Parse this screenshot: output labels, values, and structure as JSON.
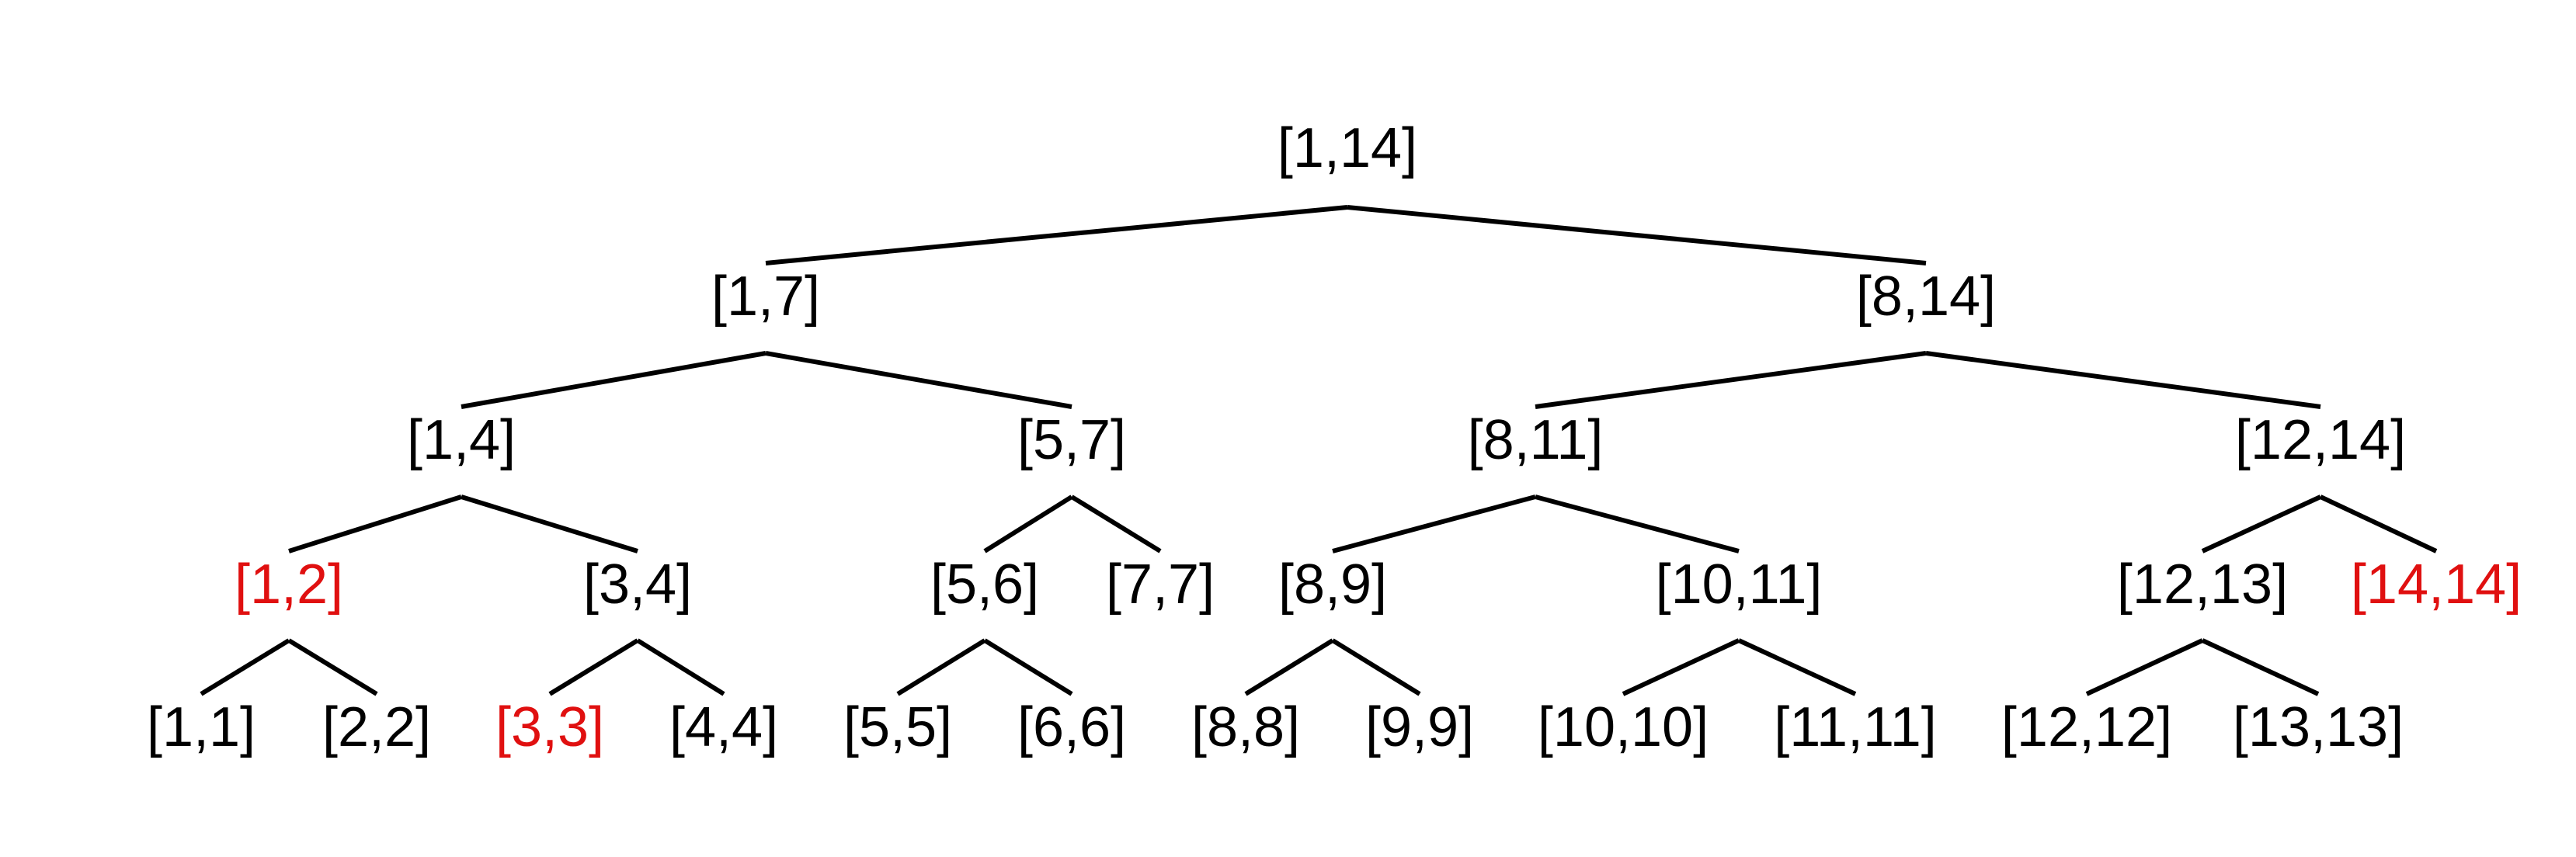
{
  "colors": {
    "default": "#000000",
    "highlight": "#e01010",
    "edge": "#000000"
  },
  "tree": {
    "root": "n_1_14",
    "nodes": [
      {
        "id": "n_1_14",
        "label": "[1,14]",
        "highlighted": false,
        "children": [
          "n_1_7",
          "n_8_14"
        ]
      },
      {
        "id": "n_1_7",
        "label": "[1,7]",
        "highlighted": false,
        "children": [
          "n_1_4",
          "n_5_7"
        ]
      },
      {
        "id": "n_8_14",
        "label": "[8,14]",
        "highlighted": false,
        "children": [
          "n_8_11",
          "n_12_14"
        ]
      },
      {
        "id": "n_1_4",
        "label": "[1,4]",
        "highlighted": false,
        "children": [
          "n_1_2",
          "n_3_4"
        ]
      },
      {
        "id": "n_5_7",
        "label": "[5,7]",
        "highlighted": false,
        "children": [
          "n_5_6",
          "n_7_7"
        ]
      },
      {
        "id": "n_8_11",
        "label": "[8,11]",
        "highlighted": false,
        "children": [
          "n_8_9",
          "n_10_11"
        ]
      },
      {
        "id": "n_12_14",
        "label": "[12,14]",
        "highlighted": false,
        "children": [
          "n_12_13",
          "n_14_14"
        ]
      },
      {
        "id": "n_1_2",
        "label": "[1,2]",
        "highlighted": true,
        "children": [
          "n_1_1",
          "n_2_2"
        ]
      },
      {
        "id": "n_3_4",
        "label": "[3,4]",
        "highlighted": false,
        "children": [
          "n_3_3",
          "n_4_4"
        ]
      },
      {
        "id": "n_5_6",
        "label": "[5,6]",
        "highlighted": false,
        "children": [
          "n_5_5",
          "n_6_6"
        ]
      },
      {
        "id": "n_7_7",
        "label": "[7,7]",
        "highlighted": false,
        "children": []
      },
      {
        "id": "n_8_9",
        "label": "[8,9]",
        "highlighted": false,
        "children": [
          "n_8_8",
          "n_9_9"
        ]
      },
      {
        "id": "n_10_11",
        "label": "[10,11]",
        "highlighted": false,
        "children": [
          "n_10_10",
          "n_11_11"
        ]
      },
      {
        "id": "n_12_13",
        "label": "[12,13]",
        "highlighted": false,
        "children": [
          "n_12_12",
          "n_13_13"
        ]
      },
      {
        "id": "n_14_14",
        "label": "[14,14]",
        "highlighted": true,
        "children": []
      },
      {
        "id": "n_1_1",
        "label": "[1,1]",
        "highlighted": false,
        "children": []
      },
      {
        "id": "n_2_2",
        "label": "[2,2]",
        "highlighted": false,
        "children": []
      },
      {
        "id": "n_3_3",
        "label": "[3,3]",
        "highlighted": true,
        "children": []
      },
      {
        "id": "n_4_4",
        "label": "[4,4]",
        "highlighted": false,
        "children": []
      },
      {
        "id": "n_5_5",
        "label": "[5,5]",
        "highlighted": false,
        "children": []
      },
      {
        "id": "n_6_6",
        "label": "[6,6]",
        "highlighted": false,
        "children": []
      },
      {
        "id": "n_8_8",
        "label": "[8,8]",
        "highlighted": false,
        "children": []
      },
      {
        "id": "n_9_9",
        "label": "[9,9]",
        "highlighted": false,
        "children": []
      },
      {
        "id": "n_10_10",
        "label": "[10,10]",
        "highlighted": false,
        "children": []
      },
      {
        "id": "n_11_11",
        "label": "[11,11]",
        "highlighted": false,
        "children": []
      },
      {
        "id": "n_12_12",
        "label": "[12,12]",
        "highlighted": false,
        "children": []
      },
      {
        "id": "n_13_13",
        "label": "[13,13]",
        "highlighted": false,
        "children": []
      }
    ]
  }
}
